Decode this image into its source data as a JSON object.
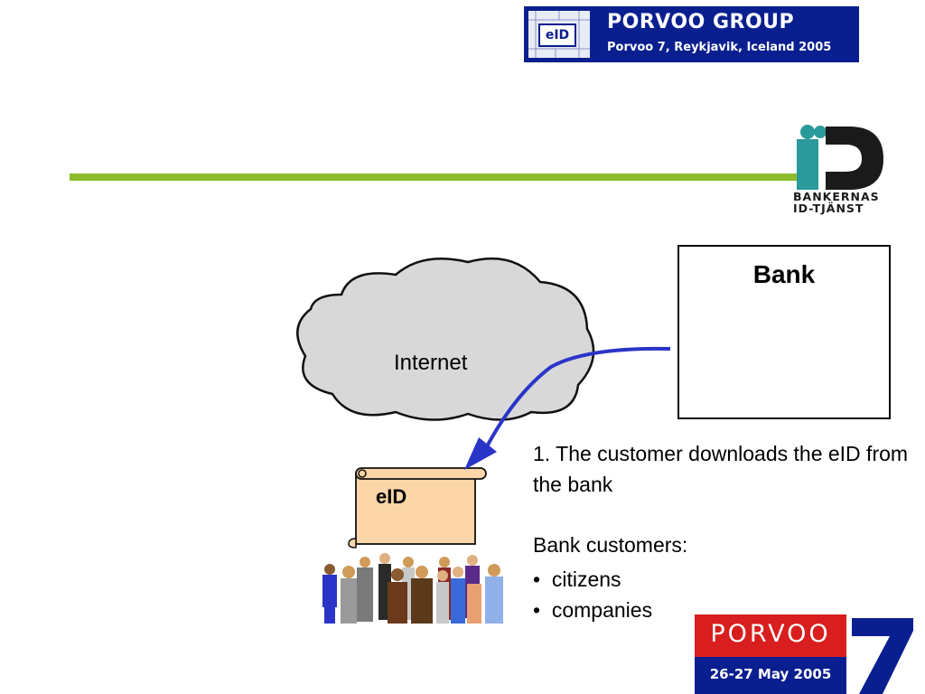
{
  "header_banner": {
    "badge": "eID",
    "title": "PORVOO GROUP",
    "subtitle": "Porvoo 7, Reykjavik, Iceland 2005",
    "color": "#0a1f8f"
  },
  "bankid_logo": {
    "line1": "BANKERNAS",
    "line2": "ID-TJÄNST",
    "color": "#2a9a9c"
  },
  "divider_color": "#8cbb2c",
  "diagram": {
    "bank": "Bank",
    "cloud": "Internet",
    "scroll": "eID",
    "arrow_color": "#2a35c8",
    "people_icon": "group-of-people-icon"
  },
  "caption": {
    "step": "1. The customer downloads the eID from the bank",
    "heading": "Bank customers:",
    "items": [
      "citizens",
      "companies"
    ]
  },
  "footer_badge": {
    "name": "PORVOO",
    "dates": "26-27 May 2005",
    "number": "7",
    "red": "#d81e1e",
    "blue": "#0a1f8f"
  }
}
